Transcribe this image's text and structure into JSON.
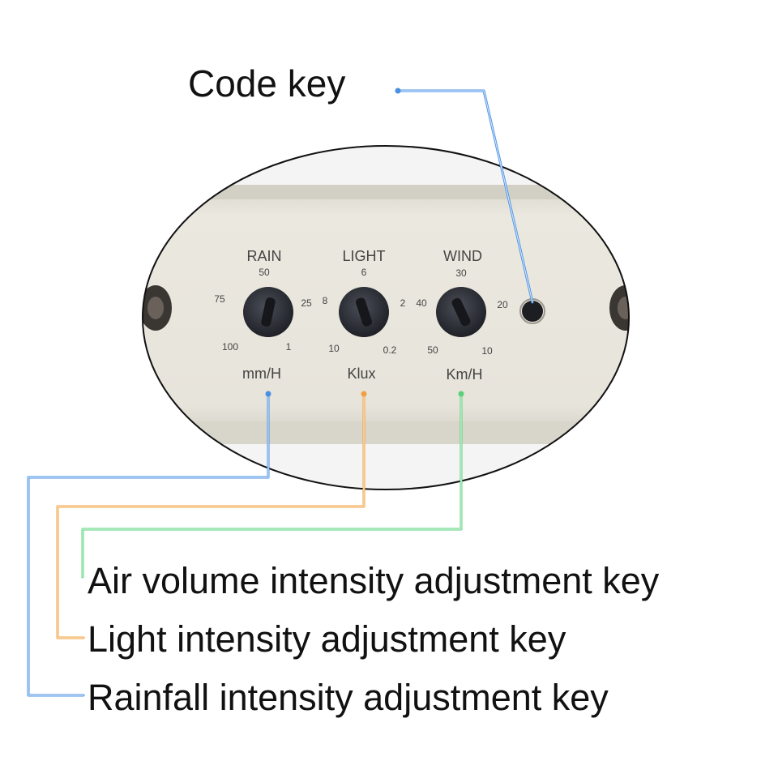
{
  "labels": {
    "code_key": "Code key",
    "air_volume": "Air volume intensity adjustment key",
    "light_intensity": "Light intensity adjustment key",
    "rainfall_intensity": "Rainfall intensity adjustment key"
  },
  "panel": {
    "rain": {
      "title": "RAIN",
      "unit": "mm/H",
      "ticks": [
        "50",
        "75",
        "25",
        "100",
        "1"
      ]
    },
    "light": {
      "title": "LIGHT",
      "unit": "Klux",
      "ticks": [
        "6",
        "8",
        "2",
        "10",
        "0.2"
      ]
    },
    "wind": {
      "title": "WIND",
      "unit": "Km/H",
      "ticks": [
        "30",
        "40",
        "20",
        "50",
        "10"
      ]
    }
  },
  "colors": {
    "rain_line": "#4a90e2",
    "light_line": "#f0a040",
    "wind_line": "#5ad07a",
    "code_line": "#4a90e2",
    "panel_body": "#e6e3da",
    "knob": "#2c2f36"
  }
}
